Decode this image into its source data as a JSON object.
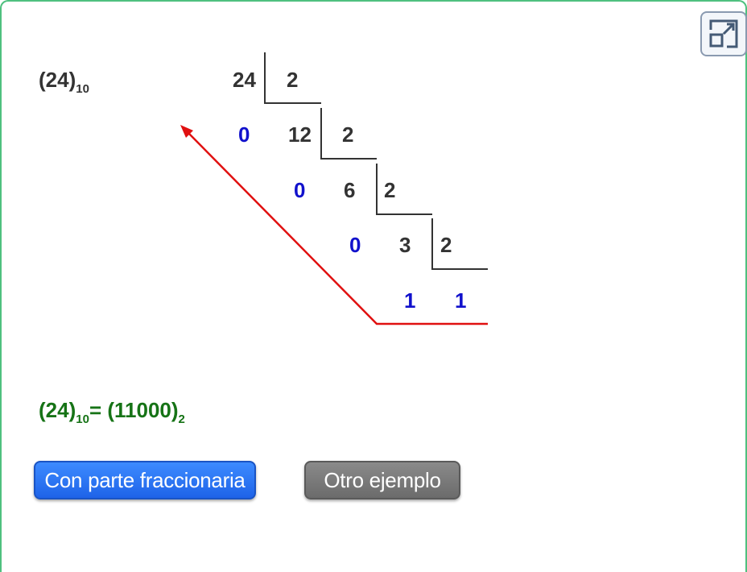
{
  "header": {
    "number": "(24)",
    "base": "10"
  },
  "division": {
    "rows": [
      {
        "dividend": "24",
        "divisor": "2",
        "remainder": ""
      },
      {
        "dividend": "12",
        "divisor": "2",
        "remainder": "0"
      },
      {
        "dividend": "6",
        "divisor": "2",
        "remainder": "0"
      },
      {
        "dividend": "3",
        "divisor": "2",
        "remainder": "0"
      },
      {
        "dividend": "1",
        "divisor": "",
        "remainder": "1"
      }
    ]
  },
  "result": {
    "left": "(24)",
    "left_base": "10",
    "equals": "= (11000)",
    "right_base": "2"
  },
  "buttons": {
    "fraction_label": "Con parte fraccionaria",
    "other_label": "Otro ejemplo"
  },
  "icons": {
    "expand": "expand-icon"
  },
  "colors": {
    "border": "#4fc07f",
    "remainder": "#1111cc",
    "result": "#167316",
    "arrow": "#e01010",
    "primary_button": "#2670f0",
    "secondary_button": "#777777"
  }
}
